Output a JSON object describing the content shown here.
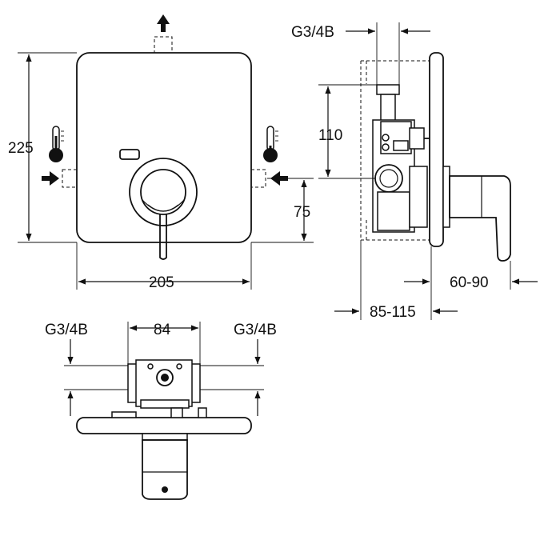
{
  "dimensions": {
    "height": "225",
    "width": "205",
    "lever_height": "75",
    "connection_top": "G3/4B",
    "vertical_offset": "110",
    "projection": "60-90",
    "wall_depth": "85-115",
    "connection_left": "G3/4B",
    "spacing": "84",
    "connection_right": "G3/4B"
  },
  "icons": {
    "outlet": "arrow-up-icon",
    "hot": "thermometer-hot-icon",
    "cold": "thermometer-cold-icon"
  }
}
